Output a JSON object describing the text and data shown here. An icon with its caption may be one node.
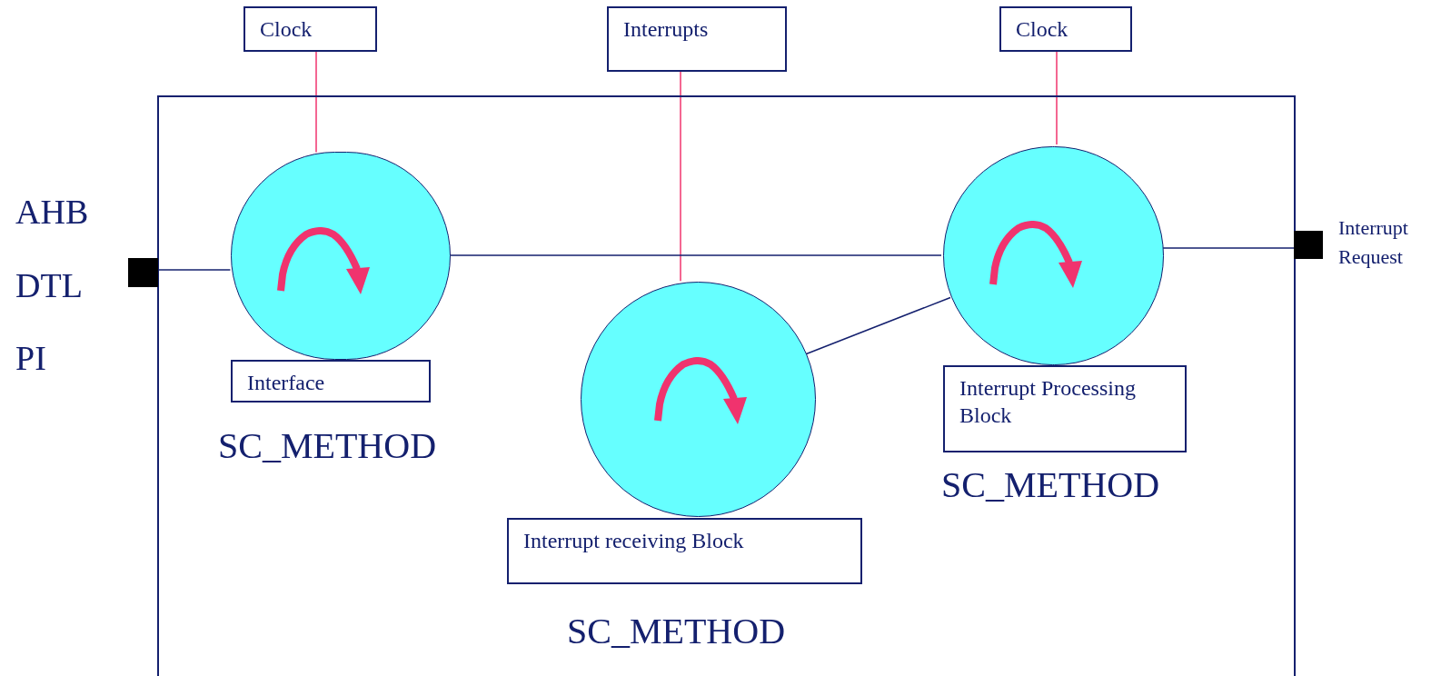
{
  "diagram": {
    "nodes": [
      {
        "text": [],
        "shape": "box"
      },
      {
        "text": [
          "Clock"
        ]
      },
      {
        "text": [
          "Interrupts"
        ]
      },
      {
        "text": [
          "Clock"
        ]
      },
      {
        "text": [],
        "shape": "circle",
        "in": 0
      },
      {
        "text": [],
        "shape": "circle",
        "in": 0
      },
      {
        "text": [],
        "shape": "circle",
        "in": 0
      },
      {
        "text": [
          "Interface"
        ],
        "in": 0,
        "beside": [
          "SC_METHOD"
        ]
      },
      {
        "text": [
          "Interrupt receiving Block"
        ],
        "in": 0,
        "beside": [
          "SC_METHOD"
        ]
      },
      {
        "text": [
          "Interrupt Processing Block"
        ],
        "in": 0,
        "beside": [
          "SC_METHOD"
        ]
      },
      {
        "text": [],
        "shape": "box"
      },
      {
        "text": [],
        "shape": "box",
        "beside": [
          "Interrupt Request"
        ]
      }
    ],
    "edges": [
      {
        "from": 1,
        "to": 4,
        "arrow": "none",
        "color": "#f0336e"
      },
      {
        "from": 2,
        "to": 5,
        "arrow": "none",
        "color": "#f0336e"
      },
      {
        "from": 3,
        "to": 6,
        "arrow": "none",
        "color": "#f0336e"
      },
      {
        "from": 10,
        "to": 4,
        "arrow": "none"
      },
      {
        "from": 4,
        "to": 6,
        "arrow": "none"
      },
      {
        "from": 5,
        "to": 6,
        "arrow": "none"
      },
      {
        "from": 6,
        "to": 11,
        "arrow": "none"
      }
    ],
    "labels": [
      "AHB",
      "DTL",
      "PI"
    ]
  }
}
